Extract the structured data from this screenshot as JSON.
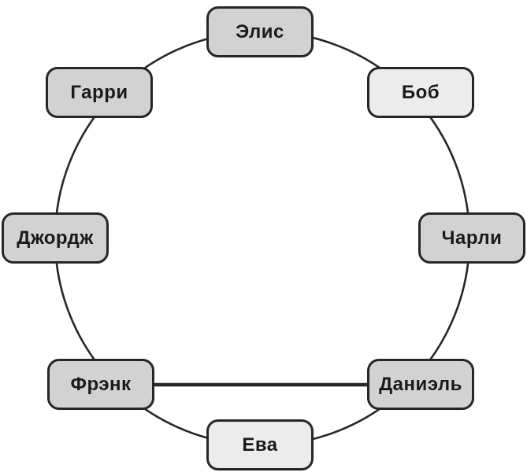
{
  "diagram": {
    "type": "circular-graph",
    "nodes": [
      {
        "id": "alice",
        "label": "Элис",
        "fill": "gray",
        "position": "top"
      },
      {
        "id": "bob",
        "label": "Боб",
        "fill": "light",
        "position": "top-right"
      },
      {
        "id": "charlie",
        "label": "Чарли",
        "fill": "gray",
        "position": "right"
      },
      {
        "id": "daniel",
        "label": "Даниэль",
        "fill": "gray",
        "position": "bottom-right"
      },
      {
        "id": "eva",
        "label": "Ева",
        "fill": "light",
        "position": "bottom"
      },
      {
        "id": "frank",
        "label": "Фрэнк",
        "fill": "gray",
        "position": "bottom-left"
      },
      {
        "id": "george",
        "label": "Джордж",
        "fill": "gray",
        "position": "left"
      },
      {
        "id": "harry",
        "label": "Гарри",
        "fill": "gray",
        "position": "top-left"
      }
    ],
    "edges": [
      {
        "type": "ring",
        "order": [
          "Элис",
          "Боб",
          "Чарли",
          "Даниэль",
          "Ева",
          "Фрэнк",
          "Джордж",
          "Гарри"
        ],
        "description": "circle arcs connecting adjacent nodes"
      },
      {
        "type": "chord",
        "from": "Фрэнк",
        "to": "Даниэль",
        "description": "straight horizontal line between Фрэнк and Даниэль"
      }
    ],
    "colors": {
      "node_fill_gray": "#d2d2d2",
      "node_fill_light": "#ececec",
      "node_border": "#262626",
      "edge_stroke": "#262626",
      "text": "#1a1a1a",
      "background": "#ffffff"
    }
  }
}
